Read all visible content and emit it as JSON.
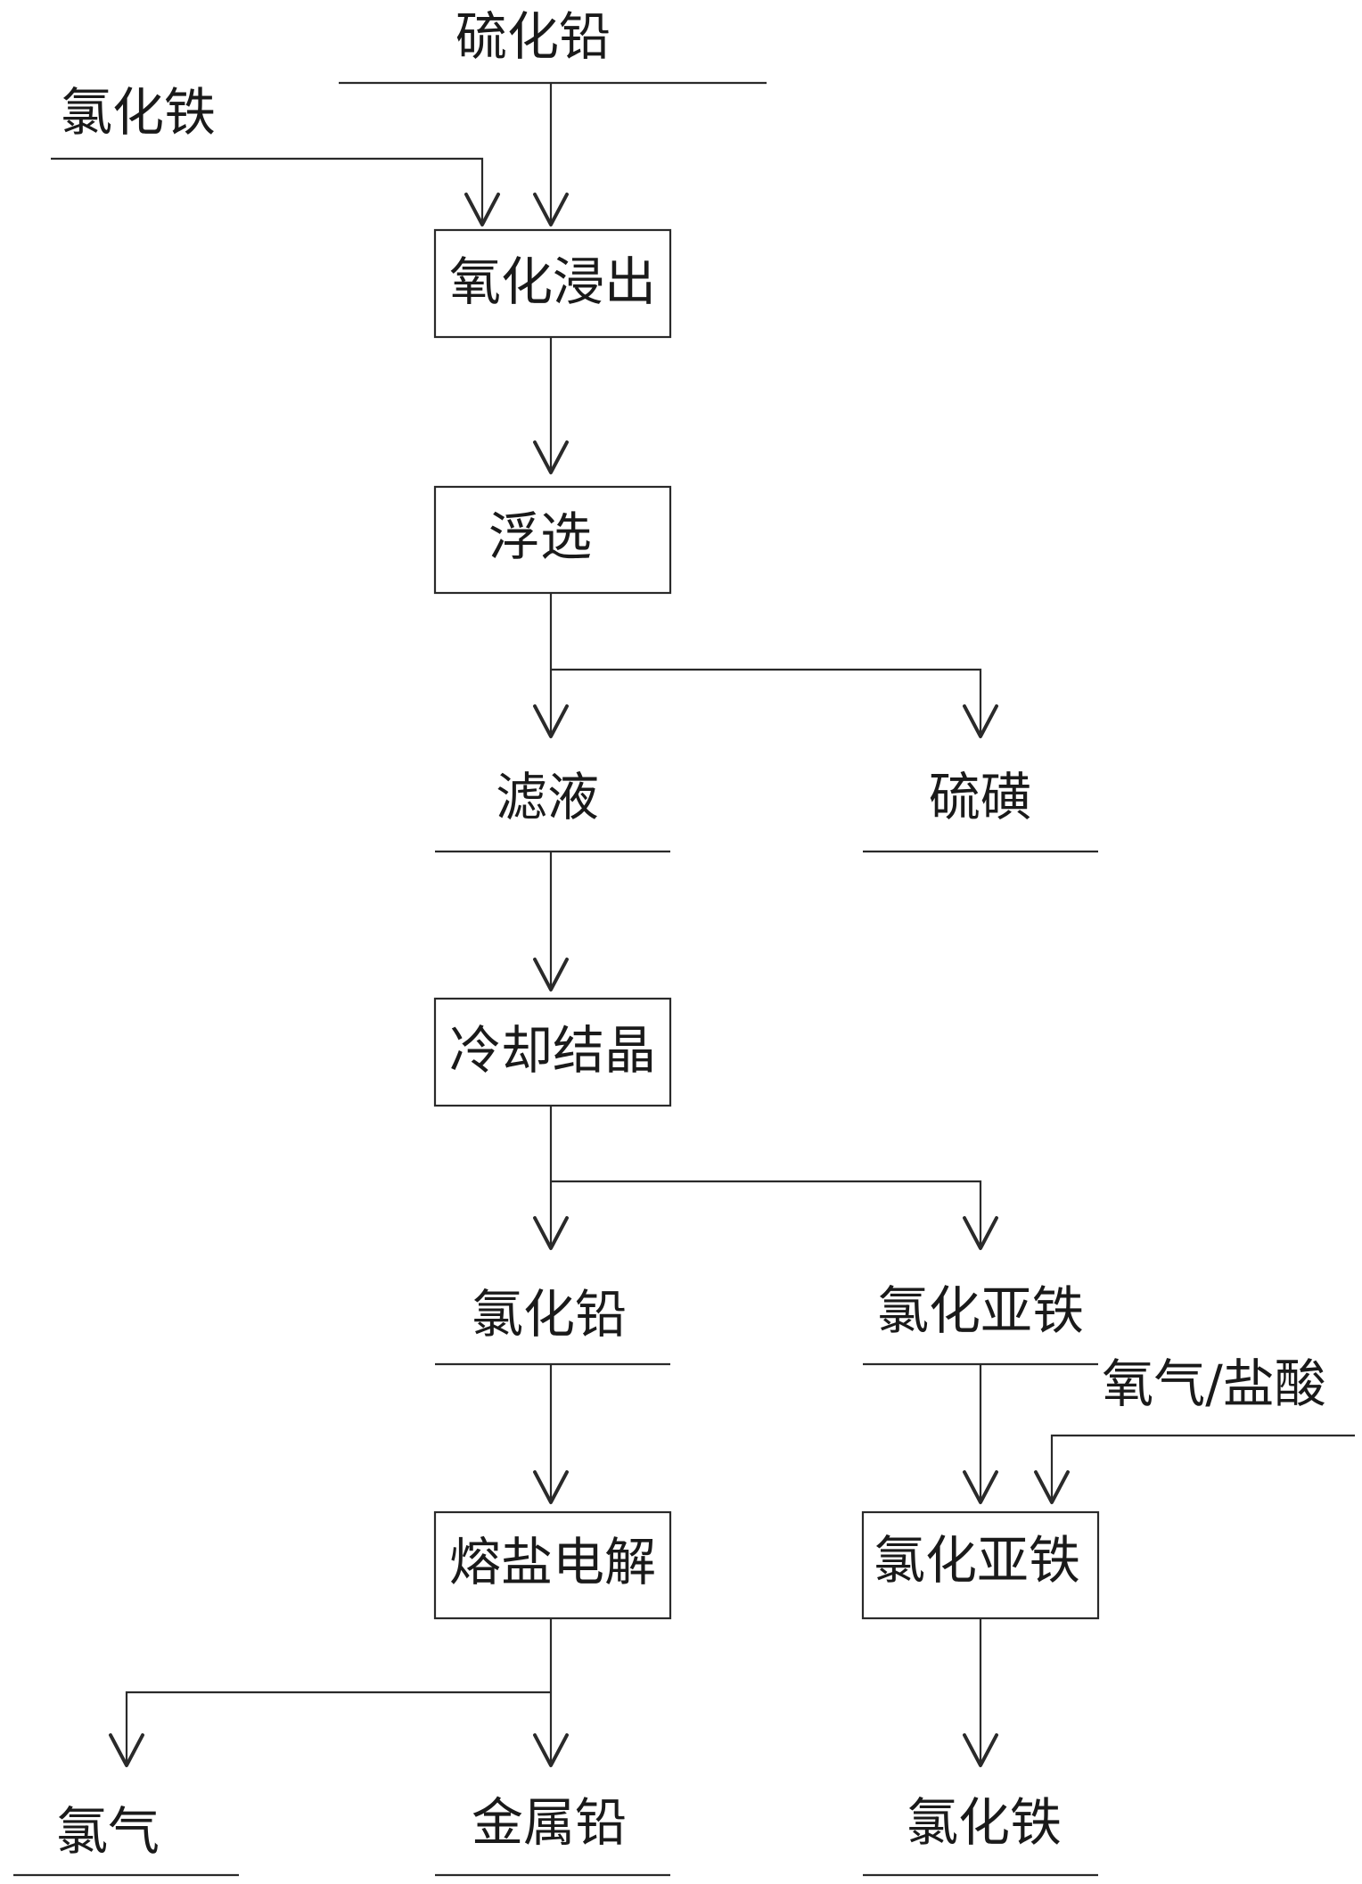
{
  "labels": {
    "lead_sulfide": "硫化铅",
    "ferric_chloride_in": "氯化铁",
    "oxidative_leaching": "氧化浸出",
    "flotation": "浮选",
    "filtrate": "滤液",
    "sulfur": "硫磺",
    "cooling_crystallization": "冷却结晶",
    "lead_chloride": "氯化铅",
    "ferrous_chloride": "氯化亚铁",
    "oxygen_hcl": "氧气/盐酸",
    "molten_salt_electrolysis": "熔盐电解",
    "ferrous_chloride_process": "氯化亚铁",
    "chlorine": "氯气",
    "metallic_lead": "金属铅",
    "ferric_chloride_out": "氯化铁"
  }
}
